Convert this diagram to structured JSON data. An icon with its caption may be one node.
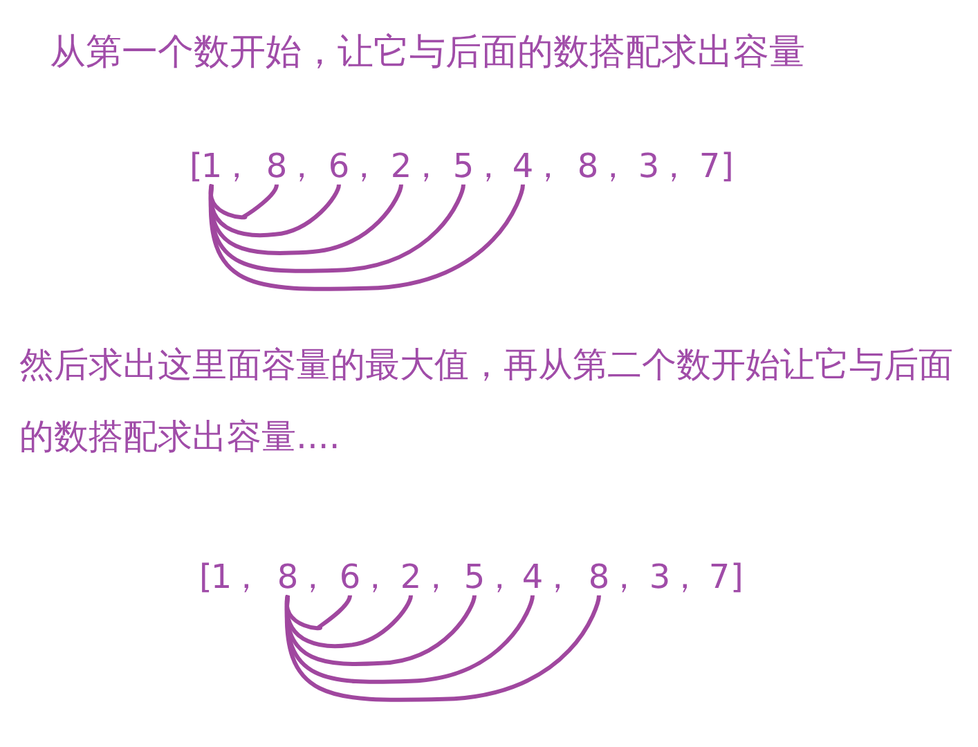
{
  "diagram": {
    "nodes": [
      {
        "text": [
          "1"
        ]
      },
      {
        "text": [
          "8"
        ]
      },
      {
        "text": [
          "6"
        ]
      },
      {
        "text": [
          "2"
        ]
      },
      {
        "text": [
          "5"
        ]
      },
      {
        "text": [
          "4"
        ]
      },
      {
        "text": [
          "8"
        ]
      },
      {
        "text": [
          "3"
        ]
      },
      {
        "text": [
          "7"
        ]
      },
      {
        "text": [
          "1"
        ]
      },
      {
        "text": [
          "8"
        ]
      },
      {
        "text": [
          "6"
        ]
      },
      {
        "text": [
          "2"
        ]
      },
      {
        "text": [
          "5"
        ]
      },
      {
        "text": [
          "4"
        ]
      },
      {
        "text": [
          "8"
        ]
      },
      {
        "text": [
          "3"
        ]
      },
      {
        "text": [
          "7"
        ]
      }
    ],
    "edges": [
      {
        "from": 0,
        "to": 1,
        "arrow": "none"
      },
      {
        "from": 0,
        "to": 2,
        "arrow": "none"
      },
      {
        "from": 0,
        "to": 3,
        "arrow": "none"
      },
      {
        "from": 0,
        "to": 4,
        "arrow": "none"
      },
      {
        "from": 0,
        "to": 5,
        "arrow": "none"
      },
      {
        "from": 10,
        "to": 11,
        "arrow": "none"
      },
      {
        "from": 10,
        "to": 12,
        "arrow": "none"
      },
      {
        "from": 10,
        "to": 13,
        "arrow": "none"
      },
      {
        "from": 10,
        "to": 14,
        "arrow": "none"
      },
      {
        "from": 10,
        "to": 15,
        "arrow": "none"
      }
    ],
    "labels": [
      "从第一个数开始，让它与后面的数搭配求出容量",
      "[",
      "，",
      "，",
      "，",
      "，",
      "，",
      "，",
      "，",
      "，",
      "]",
      "然后求出这里面容量的最大值，再从第二个数开始让它与后面的数搭配求出容量....",
      "[",
      "，",
      "，",
      "，",
      "，",
      "，",
      "，",
      "，",
      "，",
      "]"
    ]
  }
}
